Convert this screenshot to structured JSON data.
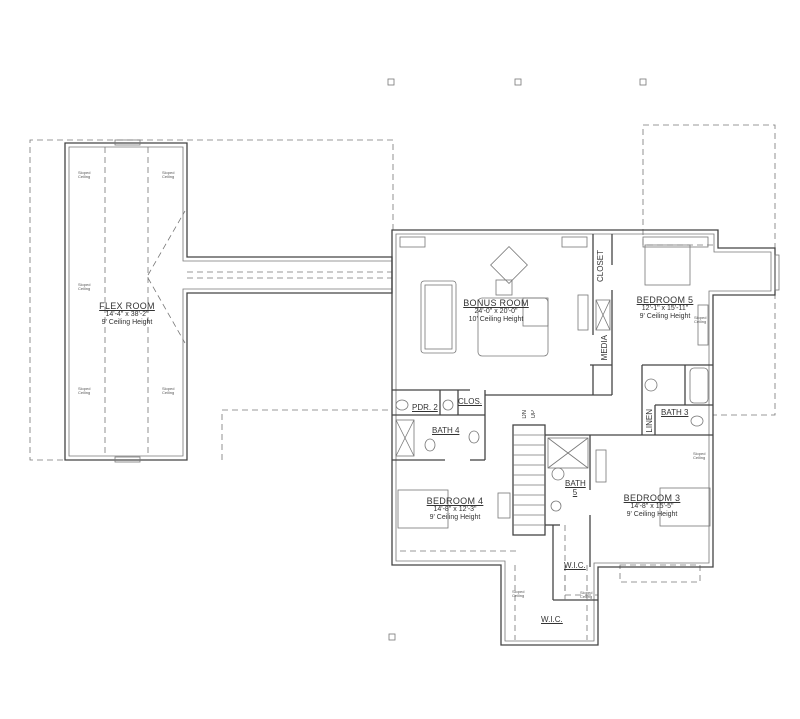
{
  "rooms": {
    "flex": {
      "name": "FLEX ROOM",
      "size": "14'-4\" x 38'-2\"",
      "ceiling": "9' Ceiling Height"
    },
    "bonus": {
      "name": "BONUS ROOM",
      "size": "24'-0\" x 20'-0\"",
      "ceiling": "10' Ceiling Height"
    },
    "bedroom5": {
      "name": "BEDROOM 5",
      "size": "12'-1\" x 15'-11\"",
      "ceiling": "9' Ceiling Height"
    },
    "bedroom4": {
      "name": "BEDROOM 4",
      "size": "14'-8\" x 12'-3\"",
      "ceiling": "9' Ceiling Height"
    },
    "bedroom3": {
      "name": "BEDROOM 3",
      "size": "14'-8\" x 15'-5\"",
      "ceiling": "9' Ceiling Height"
    }
  },
  "labels": {
    "closet": "CLOSET",
    "media": "MEDIA",
    "pdr2": "PDR. 2",
    "clos": "CLOS.",
    "bath4": "BATH 4",
    "bath3": "BATH 3",
    "linen": "LINEN",
    "bath5": "BATH 5",
    "wic1": "W.I.C.",
    "wic2": "W.I.C.",
    "stair_dn": "DN",
    "stair_up": "UP",
    "sloped": "Sloped Ceiling"
  }
}
